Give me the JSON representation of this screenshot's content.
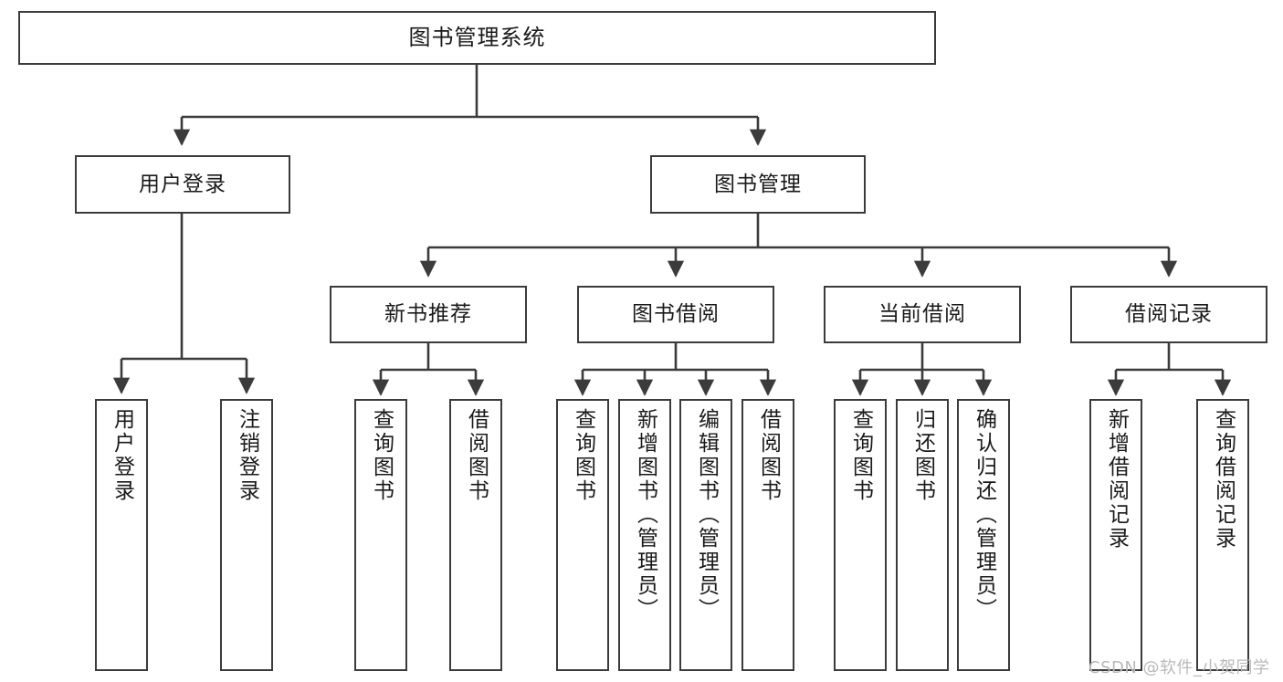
{
  "diagram": {
    "title_node": {
      "label": "图书管理系统"
    },
    "level2": [
      {
        "label": "用户登录"
      },
      {
        "label": "图书管理"
      }
    ],
    "level3": [
      {
        "label": "新书推荐"
      },
      {
        "label": "图书借阅"
      },
      {
        "label": "当前借阅"
      },
      {
        "label": "借阅记录"
      }
    ],
    "leaves": {
      "user_login": [
        {
          "label": "用户登录"
        },
        {
          "label": "注销登录"
        }
      ],
      "new_book_recommend": [
        {
          "label": "查询图书"
        },
        {
          "label": "借阅图书"
        }
      ],
      "book_borrow": [
        {
          "label": "查询图书"
        },
        {
          "label": "新增图书（管理员）"
        },
        {
          "label": "编辑图书（管理员）"
        },
        {
          "label": "借阅图书"
        }
      ],
      "current_borrow": [
        {
          "label": "查询图书"
        },
        {
          "label": "归还图书"
        },
        {
          "label": "确认归还（管理员）"
        }
      ],
      "borrow_record": [
        {
          "label": "新增借阅记录"
        },
        {
          "label": "查询借阅记录"
        }
      ]
    }
  },
  "watermark": {
    "text": "CSDN @软件_小贺同学"
  },
  "colors": {
    "border": "#3b3b3b",
    "text": "#1a1a1a",
    "background": "#ffffff",
    "watermark": "#b9b9b9"
  }
}
